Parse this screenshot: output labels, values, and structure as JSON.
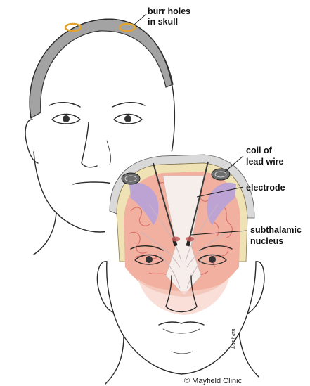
{
  "labels": {
    "burr_holes_line1": "burr holes",
    "burr_holes_line2": "in skull",
    "coil_line1": "coil of",
    "coil_line2": "lead wire",
    "electrode": "electrode",
    "stn_line1": "subthalamic",
    "stn_line2": "nucleus",
    "copyright": "© Mayfield Clinic",
    "artist_signature": "Lanham"
  },
  "colors": {
    "burr_hole_ring": "#e3a32e",
    "skull_band": "#9a9a9a",
    "brain_tissue": "#f2b1a0",
    "ventricle_purple": "#b6a2d8",
    "white_matter": "#f4ece8",
    "skin_outline": "#2a2a2a"
  }
}
